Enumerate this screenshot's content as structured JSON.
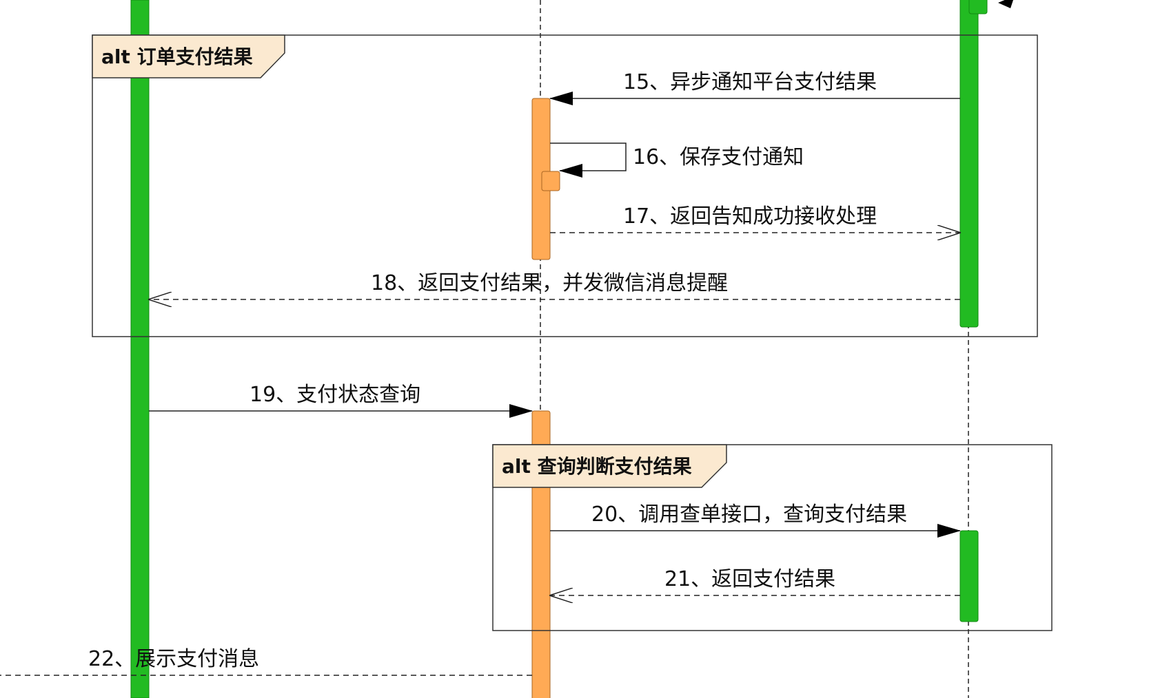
{
  "colors": {
    "actor_bar": "#22bb22",
    "actor_bar_border": "#118811",
    "service_bar": "#ffaa55",
    "service_bar_border": "#aa6622",
    "fragment_tab": "#fbe9d0",
    "line": "#222222"
  },
  "fragments": [
    {
      "label": "alt 订单支付结果"
    },
    {
      "label": "alt 查询判断支付结果"
    }
  ],
  "messages": [
    {
      "label": "15、异步通知平台支付结果",
      "style": "sync"
    },
    {
      "label": "16、保存支付通知",
      "style": "self"
    },
    {
      "label": "17、返回告知成功接收处理",
      "style": "return"
    },
    {
      "label": "18、返回支付结果，并发微信消息提醒",
      "style": "return"
    },
    {
      "label": "19、支付状态查询",
      "style": "sync"
    },
    {
      "label": "20、调用查单接口，查询支付结果",
      "style": "sync"
    },
    {
      "label": "21、返回支付结果",
      "style": "return"
    },
    {
      "label": "22、展示支付消息",
      "style": "return"
    }
  ]
}
